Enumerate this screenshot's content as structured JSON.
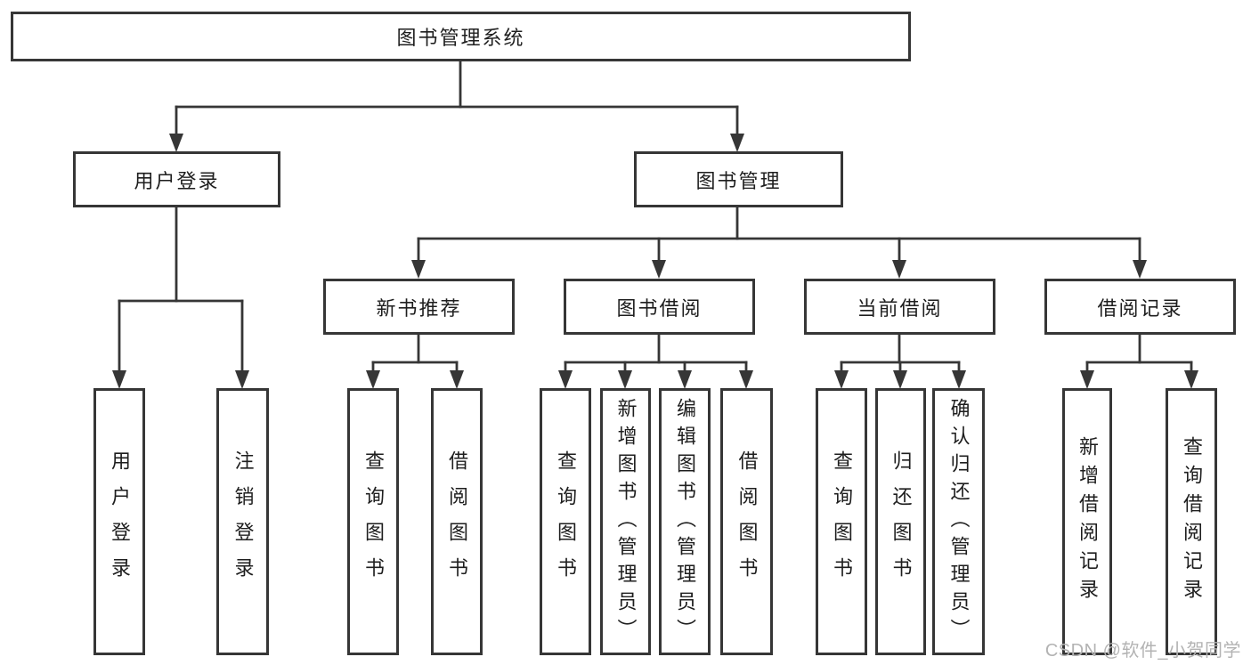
{
  "nodes": {
    "root": "图书管理系统",
    "user_login": {
      "label": "用户登录",
      "leaves": [
        "用户登录",
        "注销登录"
      ]
    },
    "book_management": {
      "label": "图书管理",
      "modules": [
        {
          "label": "新书推荐",
          "leaves": [
            "查询图书",
            "借阅图书"
          ]
        },
        {
          "label": "图书借阅",
          "leaves": [
            "查询图书",
            "新增图书（管理员）",
            "编辑图书（管理员）",
            "借阅图书"
          ]
        },
        {
          "label": "当前借阅",
          "leaves": [
            "查询图书",
            "归还图书",
            "确认归还（管理员）"
          ]
        },
        {
          "label": "借阅记录",
          "leaves": [
            "新增借阅记录",
            "查询借阅记录"
          ]
        }
      ]
    }
  },
  "watermark": {
    "text": "CSDN @软件_小贺同学"
  },
  "colors": {
    "line": "#363636",
    "box_border": "#363636",
    "text": "#1e1e1e",
    "watermark": "#b3b3b3",
    "background": "#ffffff"
  }
}
